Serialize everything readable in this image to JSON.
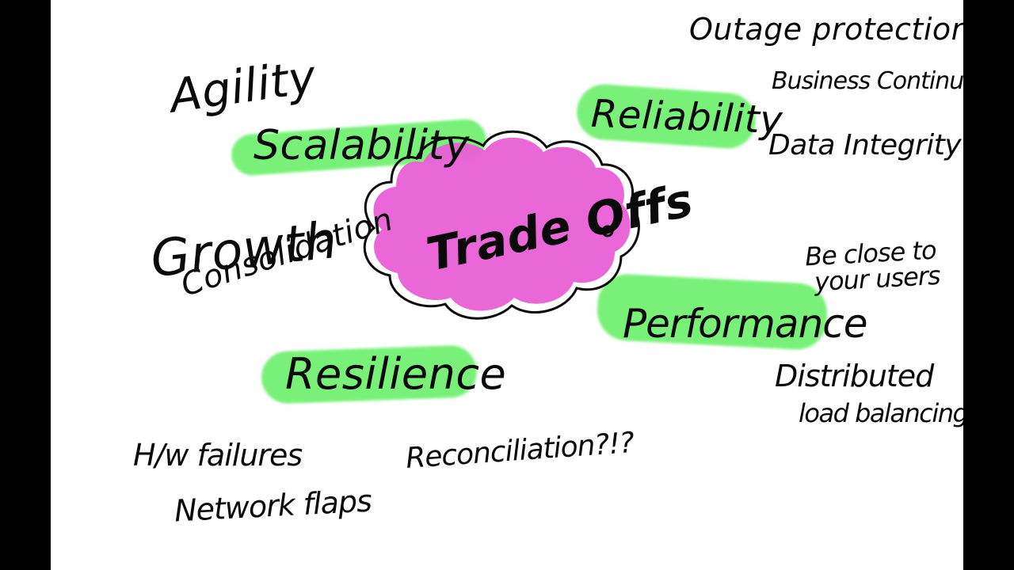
{
  "colors": {
    "highlight": "#6ef06e",
    "cloud_fill": "#e95fd6",
    "ink": "#0a0a0a",
    "background": "#ffffff",
    "frame": "#000000"
  },
  "center": {
    "label": "Trade Offs"
  },
  "themes": {
    "scalability": {
      "label": "Scalability",
      "notes": [
        "Agility",
        "Growth",
        "Consolidation"
      ]
    },
    "reliability": {
      "label": "Reliability",
      "notes": [
        "Outage protection",
        "Business Continuity",
        "Data Integrity"
      ]
    },
    "performance": {
      "label": "Performance",
      "notes": [
        "Be close to",
        "your users",
        "Distributed",
        "load balancing"
      ]
    },
    "resilience": {
      "label": "Resilience",
      "notes": [
        "H/w failures",
        "Network flaps",
        "Reconciliation?!?"
      ]
    }
  }
}
